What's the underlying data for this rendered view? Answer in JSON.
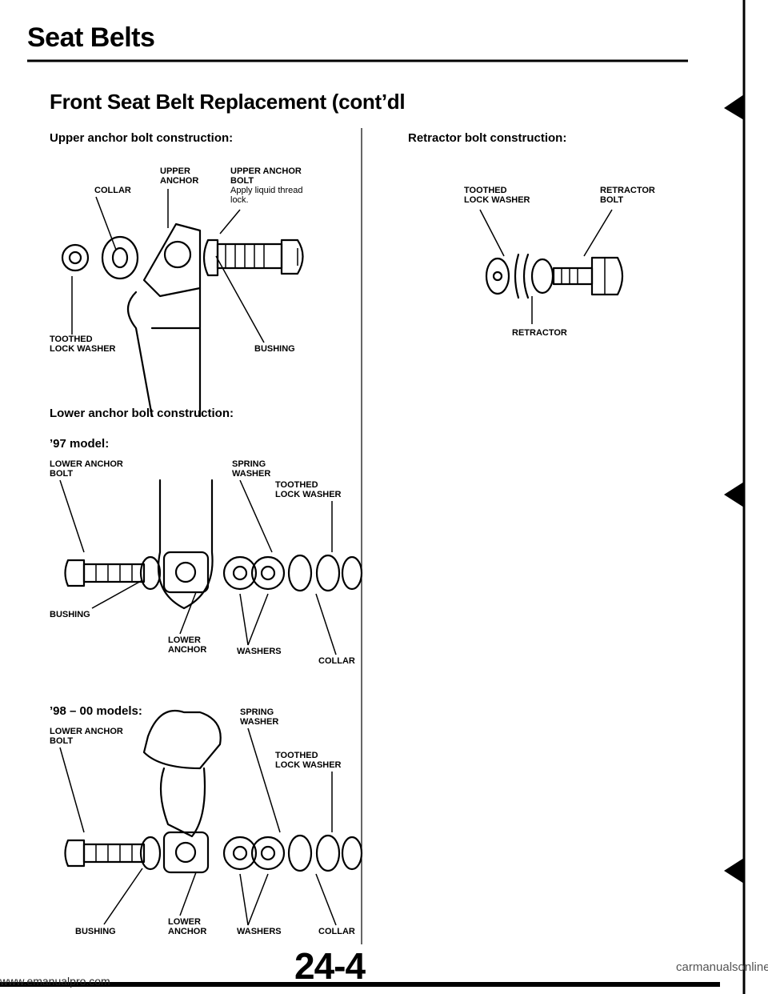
{
  "header": {
    "title": "Seat Belts",
    "subtitle": "Front Seat Belt Replacement (cont’dl"
  },
  "upper": {
    "heading": "Upper anchor bolt construction:",
    "labels": {
      "collar": "COLLAR",
      "upper_anchor_1": "UPPER",
      "upper_anchor_2": "ANCHOR",
      "upper_anchor_bolt_1": "UPPER ANCHOR",
      "upper_anchor_bolt_2": "BOLT",
      "note_1": "Apply liquid thread",
      "note_2": "lock.",
      "toothed_1": "TOOTHED",
      "toothed_2": "LOCK WASHER",
      "bushing": "BUSHING"
    }
  },
  "lower": {
    "heading": "Lower anchor bolt construction:",
    "model_97": "’97 model:",
    "model_98": "’98 – 00 models:",
    "labels": {
      "lower_anchor_bolt_1": "LOWER ANCHOR",
      "lower_anchor_bolt_2": "BOLT",
      "spring_1": "SPRING",
      "spring_2": "WASHER",
      "toothed_1": "TOOTHED",
      "toothed_2": "LOCK WASHER",
      "bushing": "BUSHING",
      "lower_anchor_1": "LOWER",
      "lower_anchor_2": "ANCHOR",
      "washers": "WASHERS",
      "collar": "COLLAR"
    }
  },
  "retractor": {
    "heading": "Retractor bolt construction:",
    "labels": {
      "toothed_1": "TOOTHED",
      "toothed_2": "LOCK WASHER",
      "bolt_1": "RETRACTOR",
      "bolt_2": "BOLT",
      "retractor": "RETRACTOR"
    }
  },
  "page_number": "24-4",
  "footer_url": "www.emanualpro.com",
  "watermark": "carmanualsonline.info"
}
